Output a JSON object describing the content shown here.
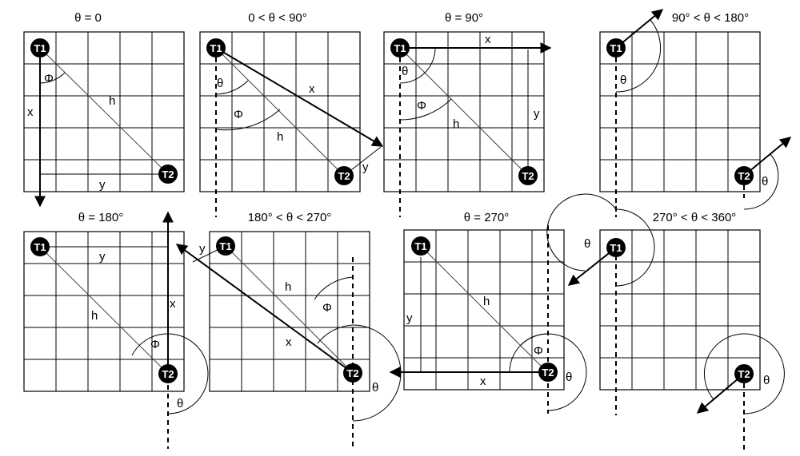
{
  "panels": [
    {
      "title": "θ = 0"
    },
    {
      "title": "0 < θ < 90°"
    },
    {
      "title": "θ = 90°"
    },
    {
      "title": "90° < θ < 180°"
    },
    {
      "title": "θ = 180°"
    },
    {
      "title": "180° < θ < 270°"
    },
    {
      "title": "θ = 270°"
    },
    {
      "title": "270° < θ < 360°"
    }
  ],
  "tokens": {
    "t1": "T1",
    "t2": "T2"
  },
  "labels": {
    "x": "x",
    "y": "y",
    "h": "h",
    "theta": "θ",
    "phi": "Φ"
  }
}
